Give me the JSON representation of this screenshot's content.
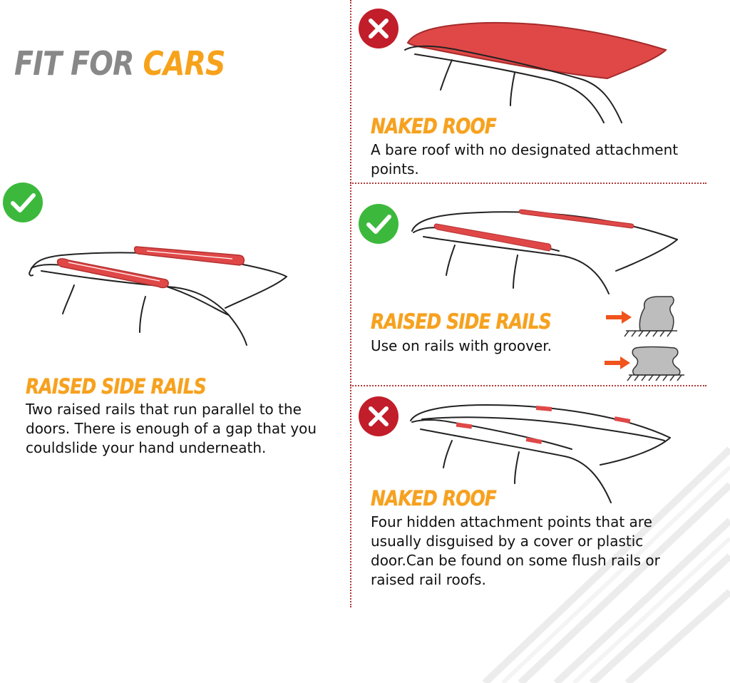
{
  "title": {
    "part1": "FIT FOR",
    "part2": "CARS"
  },
  "left": {
    "status": "check-icon",
    "heading": "RAISED SIDE RAILS",
    "description": "Two raised rails that run parallel to the doors. There is enough of a gap that you couldslide your hand underneath."
  },
  "right": {
    "sections": [
      {
        "status": "cross-icon",
        "heading": "NAKED ROOF",
        "description": "A bare roof with no designated attachment points."
      },
      {
        "status": "check-icon",
        "heading": "RAISED SIDE RAILS",
        "description": "Use on rails with groover."
      },
      {
        "status": "cross-icon",
        "heading": "NAKED ROOF",
        "description": "Four hidden attachment points that are usually disguised by a cover or plastic door.Can be found on some flush rails or raised rail roofs."
      }
    ]
  },
  "colors": {
    "accent_orange": "#f6a11f",
    "title_gray": "#888888",
    "check_green": "#3cb93c",
    "cross_red": "#c21d2a",
    "roof_red": "#e04848",
    "arrow_orange": "#f0531c"
  }
}
